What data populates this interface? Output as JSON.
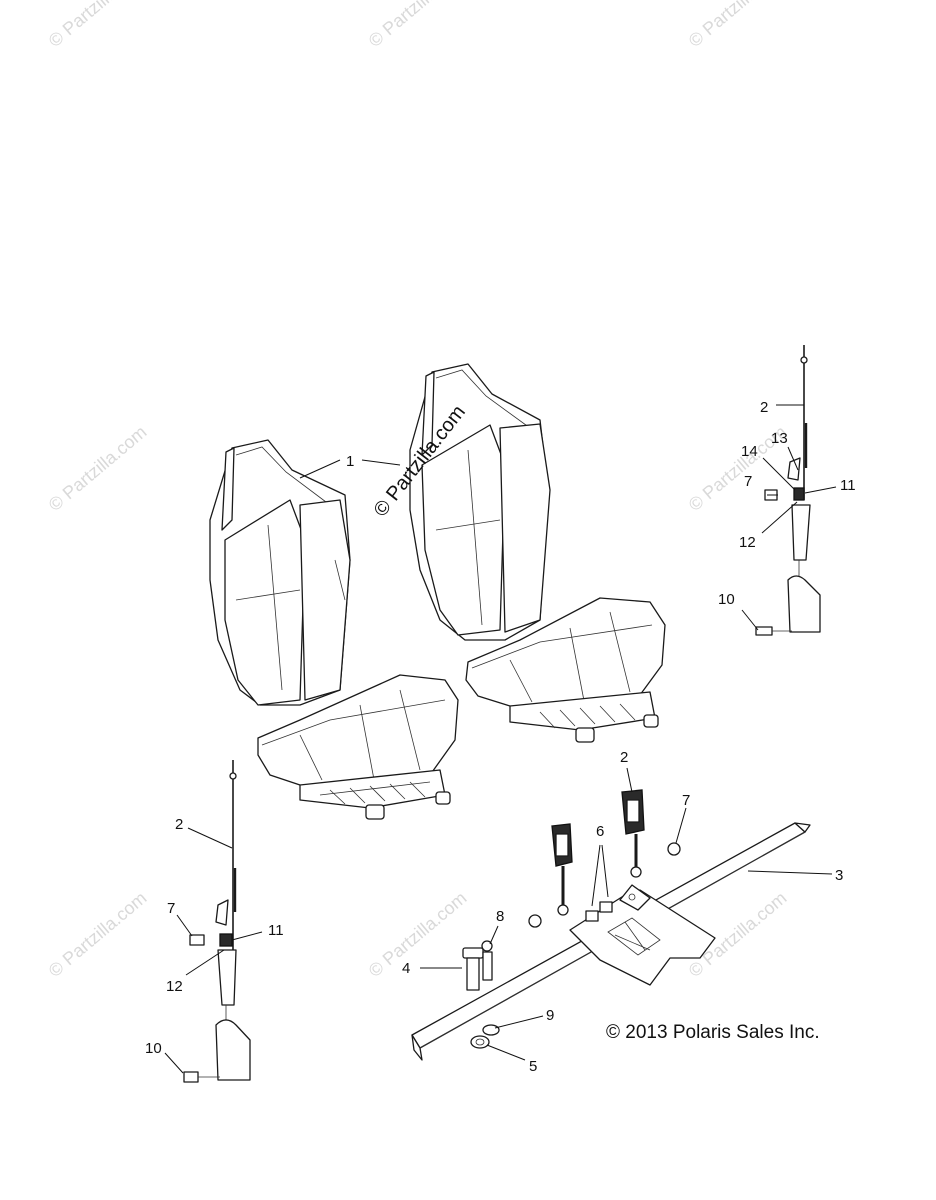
{
  "watermark_text": "© Partzilla.com",
  "center_watermark": "© Partzilla.com",
  "copyright": "© 2013 Polaris Sales Inc.",
  "callouts": {
    "seat": "1",
    "belt_upper_right": "2",
    "belt_lower_left": "2",
    "buckle": "2",
    "crossbar": "3",
    "bolt": "4",
    "nut": "5",
    "screws": "6",
    "nut_right": "7",
    "nut_buckle": "7",
    "nut_left": "7",
    "sensor": "8",
    "washer": "9",
    "bolt_right": "10",
    "bolt_left": "10",
    "bracket_right": "11",
    "bracket_left": "11",
    "spacer_right": "12",
    "spacer_left": "12",
    "clip": "13",
    "washer_right": "14"
  }
}
